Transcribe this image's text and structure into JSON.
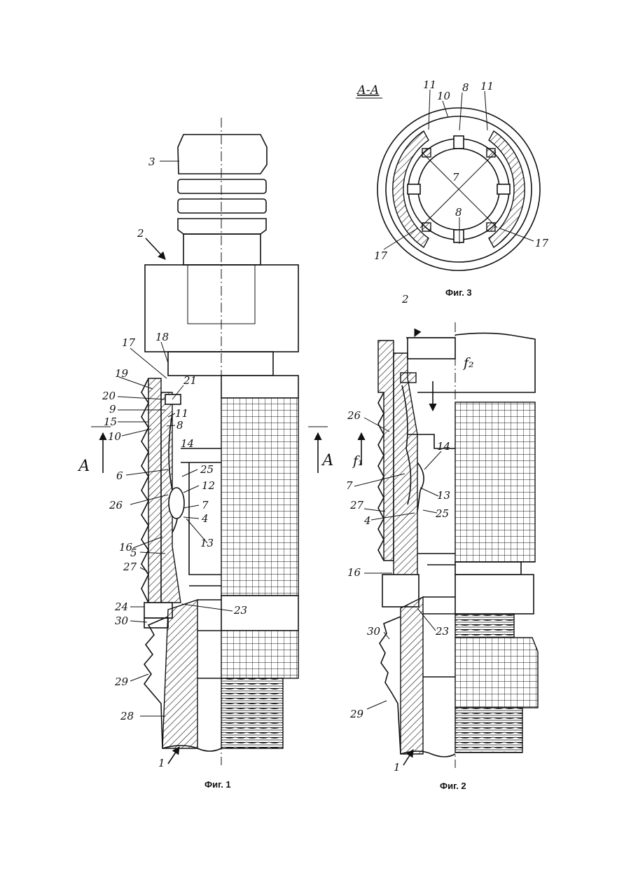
{
  "figures": {
    "fig1": {
      "caption": "Фиг. 1"
    },
    "fig2": {
      "caption": "Фиг. 2"
    },
    "fig3": {
      "caption": "Фиг. 3",
      "section": "А-А"
    }
  },
  "fig1_labels": {
    "l3": "3",
    "l2": "2",
    "l17": "17",
    "l18": "18",
    "l19": "19",
    "l21": "21",
    "l20": "20",
    "l9": "9",
    "l11": "11",
    "l15": "15",
    "l8": "8",
    "l10": "10",
    "l14": "14",
    "lA_left": "А",
    "lA_right": "А",
    "l25": "25",
    "l6": "6",
    "l12": "12",
    "l26": "26",
    "l7": "7",
    "l4": "4",
    "l16": "16",
    "l5": "5",
    "l13": "13",
    "l27": "27",
    "l24": "24",
    "l23": "23",
    "l30": "30",
    "l29": "29",
    "l28": "28",
    "l1": "1"
  },
  "fig2_labels": {
    "l2": "2",
    "lf2": "f₂",
    "l26": "26",
    "lf1": "f₁",
    "l14": "14",
    "l7": "7",
    "l13": "13",
    "l27": "27",
    "l25": "25",
    "l4": "4",
    "l16": "16",
    "l23": "23",
    "l30": "30",
    "l29": "29",
    "l1": "1"
  },
  "fig3_labels": {
    "l11a": "11",
    "l10": "10",
    "l8a": "8",
    "l11b": "11",
    "l7": "7",
    "l8b": "8",
    "l17a": "17",
    "l17b": "17"
  }
}
